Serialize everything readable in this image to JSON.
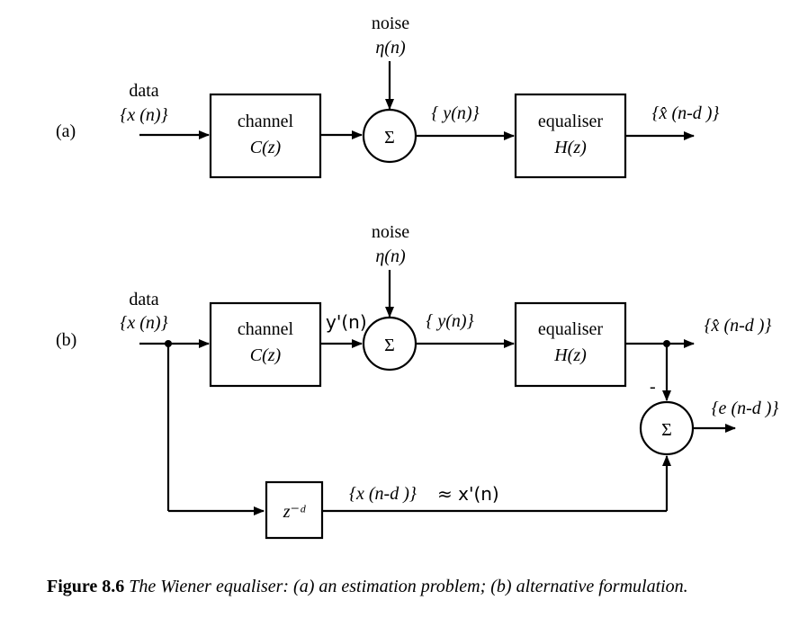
{
  "diagram_a": {
    "panel_label": "(a)",
    "input_label": "data",
    "input_signal": "{x (n)}",
    "noise_label": "noise",
    "noise_signal": "η(n)",
    "channel_title": "channel",
    "channel_tf": "C(z)",
    "sum_symbol": "Σ",
    "mid_signal": "{ y(n)}",
    "equaliser_title": "equaliser",
    "equaliser_tf": "H(z)",
    "output_signal": "{x̂ (n-d )}"
  },
  "diagram_b": {
    "panel_label": "(b)",
    "input_label": "data",
    "input_signal": "{x (n)}",
    "noise_label": "noise",
    "noise_signal": "η(n)",
    "channel_title": "channel",
    "channel_tf": "C(z)",
    "handwritten_channel_out": "y'(n)",
    "sum_symbol": "Σ",
    "mid_signal": "{ y(n)}",
    "equaliser_title": "equaliser",
    "equaliser_tf": "H(z)",
    "output_signal": "{x̂ (n-d )}",
    "minus_sign": "-",
    "error_sum_symbol": "Σ",
    "error_signal": "{e (n-d )}",
    "delay_block": "z⁻ᵈ",
    "delay_signal": "{x (n-d )}",
    "handwritten_delay_note": "≈ x'(n)"
  },
  "caption": {
    "lead": "Figure 8.6",
    "rest": " The Wiener equaliser: (a) an estimation problem; (b) alternative formulation."
  }
}
